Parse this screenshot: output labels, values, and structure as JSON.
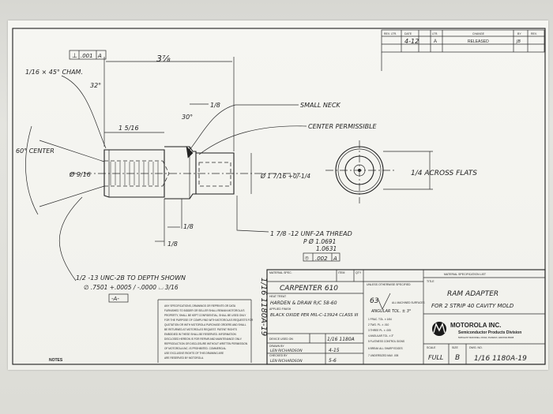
{
  "revision_block": {
    "headers": [
      "REV. LTR.",
      "DATE",
      "LTR.",
      "CHANGE",
      "BY",
      "REV."
    ],
    "date": "4-12",
    "letter": "A",
    "change": "RELEASED",
    "by": "JB"
  },
  "dimensions": {
    "perp_tol": ".001",
    "datum_a": "A",
    "overall_length": "3⅞",
    "chamfer": "1/16 × 45° CHAM.",
    "angle_32": "32°",
    "neck_width": "1/8",
    "angle_30": "30°",
    "body_offset": "1 5/16",
    "center_angle": "60° CENTER",
    "pilot_dia": "Ø 9/16",
    "body_dia": "Ø 1 7/16 +0/-1/4",
    "across_flats": "1/4 ACROSS FLATS",
    "len_a": "1/8",
    "len_b": "1/8"
  },
  "callouts": {
    "small_neck": "SMALL NECK",
    "center_permissible": "CENTER PERMISSIBLE",
    "thread_main": "1 7/8 -12 UNF-2A THREAD",
    "pitch_dia": "P Ø 1.0691",
    "pitch_dia_2": "1.0631",
    "runout_tol": ".002",
    "runout_datum": "A",
    "bore_thread": "1/2 -13 UNC-2B TO DEPTH SHOWN",
    "bore_dia": "∅ .7501 +.0005 / -.0000  ⌴ 3/16",
    "datum_label": "-A-"
  },
  "side_label": "1/16 1180A-19",
  "notes_label": "NOTES",
  "legal_text": [
    "ANY SPECIFICATIONS, DRAWINGS OR REPRINTS OR DATA",
    "FURNISHED TO BIDDER OR SELLER SHALL REMAIN MOTOROLA'S",
    "PROPERTY, SHALL BE KEPT CONFIDENTIAL, SHALL BE USED ONLY",
    "FOR THE PURPOSE OF COMPLYING WITH MOTOROLA'S REQUESTS FOR",
    "QUOTATION OR WITH MOTOROLA PURCHASE ORDERS AND SHALL",
    "BE RETURNED AT MOTOROLA'S REQUEST. PATENT RIGHTS",
    "EMBODIED IN THESE SHALL BE RESERVED. INFORMATION",
    "DISCLOSED HEREON IS FOR REPAIR AND MAINTENANCE ONLY.",
    "REPRODUCTION OR DISCLOSURE WITHOUT WRITTEN PERMISSION",
    "OF MOTOROLA INC. IS PROHIBITED. COMMERCIAL",
    "USE EXCLUSIVE RIGHTS OF THIS DRAWING ARE",
    "ARE RESERVED BY MOTOROLA."
  ],
  "title_block": {
    "material_spec_label": "MATERIAL SPEC.",
    "material": "CARPENTER 610",
    "heat_treat_label": "HEAT TREAT",
    "heat_treat": "HARDEN & DRAW R/C 58-60",
    "finish_label": "APPLIED FINISH",
    "finish": "BLACK OXIDE PER MIL-C-13924 CLASS III",
    "item_label": "ITEM",
    "qty_label": "QTY",
    "tolerance_label": "UNLESS OTHERWISE SPECIFIED",
    "finish_mark": "63",
    "surface_text": "ALL MACHINED SURFACES",
    "angular_tol": "ANGULAR TOL. ± 3°",
    "notes_small": [
      "1  FRAC. TOL. ± 1/64",
      "2  TWO. PL. ± .010",
      "3  THREE PL. ± .005",
      "4  ANGULAR TOL. ± 3°",
      "5  FLATNESS CONTROL SIGNS",
      "6  BREAK ALL SHARP EDGES",
      "7  UNDERSIZED MAX .005"
    ],
    "device_used_on_label": "DEVICE USED ON",
    "device_used_on": "1/16 1180A",
    "drawn_by_label": "DRAWN BY",
    "drawn_by": "LEN RICHARDSON",
    "drawn_date": "4-15",
    "checked_by_label": "CHECKED BY",
    "checked_by": "LEN RICHARDSON",
    "checked_date": "5-6",
    "material_spec_list_label": "MATERIAL SPECIFICATION LIST",
    "title_label": "TITLE",
    "title_line1": "RAM ADAPTER",
    "title_line2": "FOR 2 STRIP 40 CAVITY MOLD",
    "company": "MOTOROLA INC.",
    "division": "Semiconductor Products Division",
    "address": "5005 EAST McDOWELL ROAD, PHOENIX, ARIZONA 85008",
    "scale_label": "SCALE",
    "scale": "FULL",
    "size_label": "SIZE",
    "size": "B",
    "dwg_no_label": "DWG. NO.",
    "dwg_no": "1/16 1180A-19"
  }
}
